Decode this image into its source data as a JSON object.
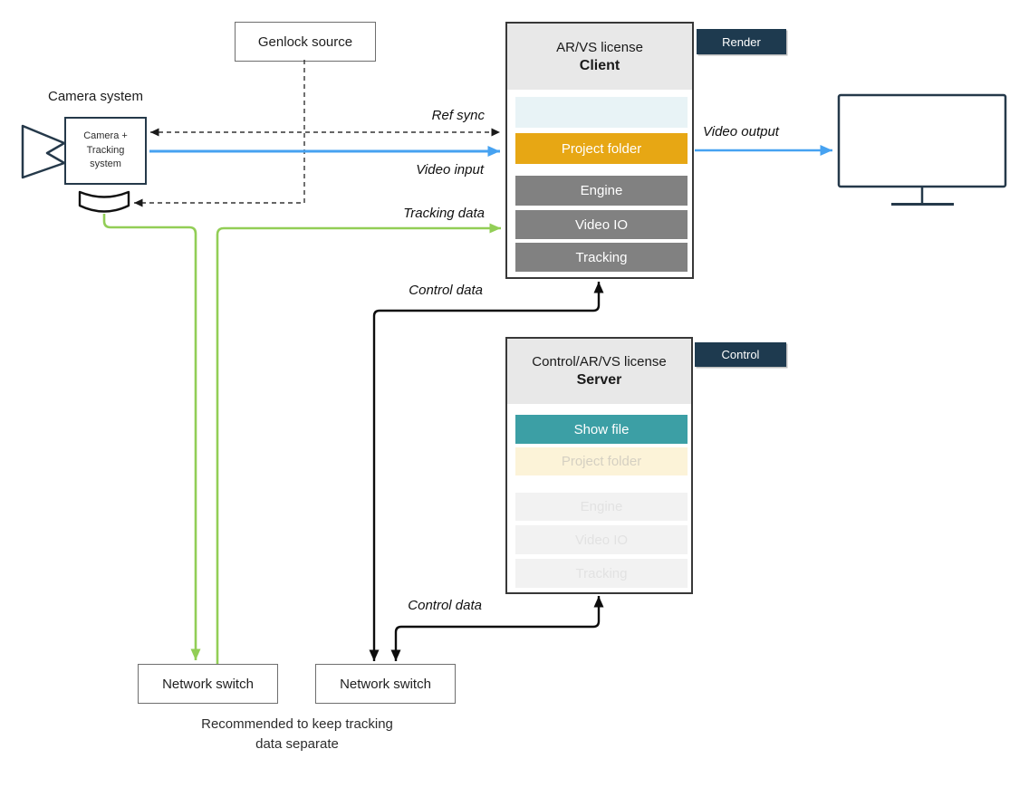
{
  "colors": {
    "video_accent": "#46A2F1",
    "tracking_accent": "#92CE56",
    "control_line": "#000000",
    "project_folder_active": "#E7A714",
    "show_file_active": "#3C9FA5",
    "badge_navy": "#1E3A4F",
    "module_gray": "#818181",
    "inactive_gray": "#F2F2F2",
    "inactive_yellow": "#FCF3D8",
    "inactive_blue": "#E8F3F6",
    "header_gray": "#E8E8E8"
  },
  "camera": {
    "title": "Camera system",
    "unit_label": "Camera + Tracking system"
  },
  "genlock": {
    "label": "Genlock source"
  },
  "client": {
    "header_line1": "AR/VS license",
    "header_line2": "Client",
    "badge": "Render",
    "rows": {
      "show_file": "",
      "project_folder": "Project folder",
      "engine": "Engine",
      "video_io": "Video IO",
      "tracking": "Tracking"
    }
  },
  "server": {
    "header_line1": "Control/AR/VS license",
    "header_line2": "Server",
    "badge": "Control",
    "rows": {
      "show_file": "Show file",
      "project_folder": "Project folder",
      "engine": "Engine",
      "video_io": "Video IO",
      "tracking": "Tracking"
    }
  },
  "labels": {
    "ref_sync": "Ref sync",
    "video_input": "Video input",
    "tracking_data": "Tracking data",
    "control_data_client": "Control data",
    "control_data_server": "Control data",
    "video_output": "Video output"
  },
  "switches": {
    "left": {
      "label": "Network switch"
    },
    "right": {
      "label": "Network switch"
    }
  },
  "note": {
    "text": "Recommended to keep tracking data separate"
  }
}
